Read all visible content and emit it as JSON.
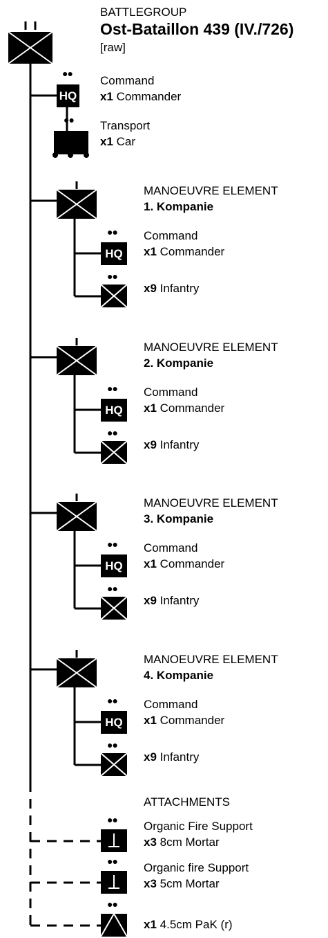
{
  "battlegroup": {
    "heading": "BATTLEGROUP",
    "name": "Ost-Bataillon 439 (IV./726)",
    "note": "[raw]",
    "command": {
      "title": "Command",
      "count": "x1",
      "unit": "Commander",
      "badge": "HQ"
    },
    "transport": {
      "title": "Transport",
      "count": "x1",
      "unit": "Car"
    }
  },
  "elements": [
    {
      "heading": "MANOEUVRE ELEMENT",
      "name": "1. Kompanie",
      "command": {
        "title": "Command",
        "count": "x1",
        "unit": "Commander",
        "badge": "HQ"
      },
      "troops": {
        "count": "x9",
        "unit": "Infantry"
      }
    },
    {
      "heading": "MANOEUVRE ELEMENT",
      "name": "2. Kompanie",
      "command": {
        "title": "Command",
        "count": "x1",
        "unit": "Commander",
        "badge": "HQ"
      },
      "troops": {
        "count": "x9",
        "unit": "Infantry"
      }
    },
    {
      "heading": "MANOEUVRE ELEMENT",
      "name": "3. Kompanie",
      "command": {
        "title": "Command",
        "count": "x1",
        "unit": "Commander",
        "badge": "HQ"
      },
      "troops": {
        "count": "x9",
        "unit": "Infantry"
      }
    },
    {
      "heading": "MANOEUVRE ELEMENT",
      "name": "4. Kompanie",
      "command": {
        "title": "Command",
        "count": "x1",
        "unit": "Commander",
        "badge": "HQ"
      },
      "troops": {
        "count": "x9",
        "unit": "Infantry"
      }
    }
  ],
  "attachments": {
    "heading": "ATTACHMENTS",
    "items": [
      {
        "title": "Organic Fire Support",
        "count": "x3",
        "unit": "8cm Mortar"
      },
      {
        "title": "Organic fire Support",
        "count": "x3",
        "unit": "5cm Mortar"
      },
      {
        "title": "",
        "count": "x1",
        "unit": "4.5cm PaK (r)"
      }
    ]
  }
}
